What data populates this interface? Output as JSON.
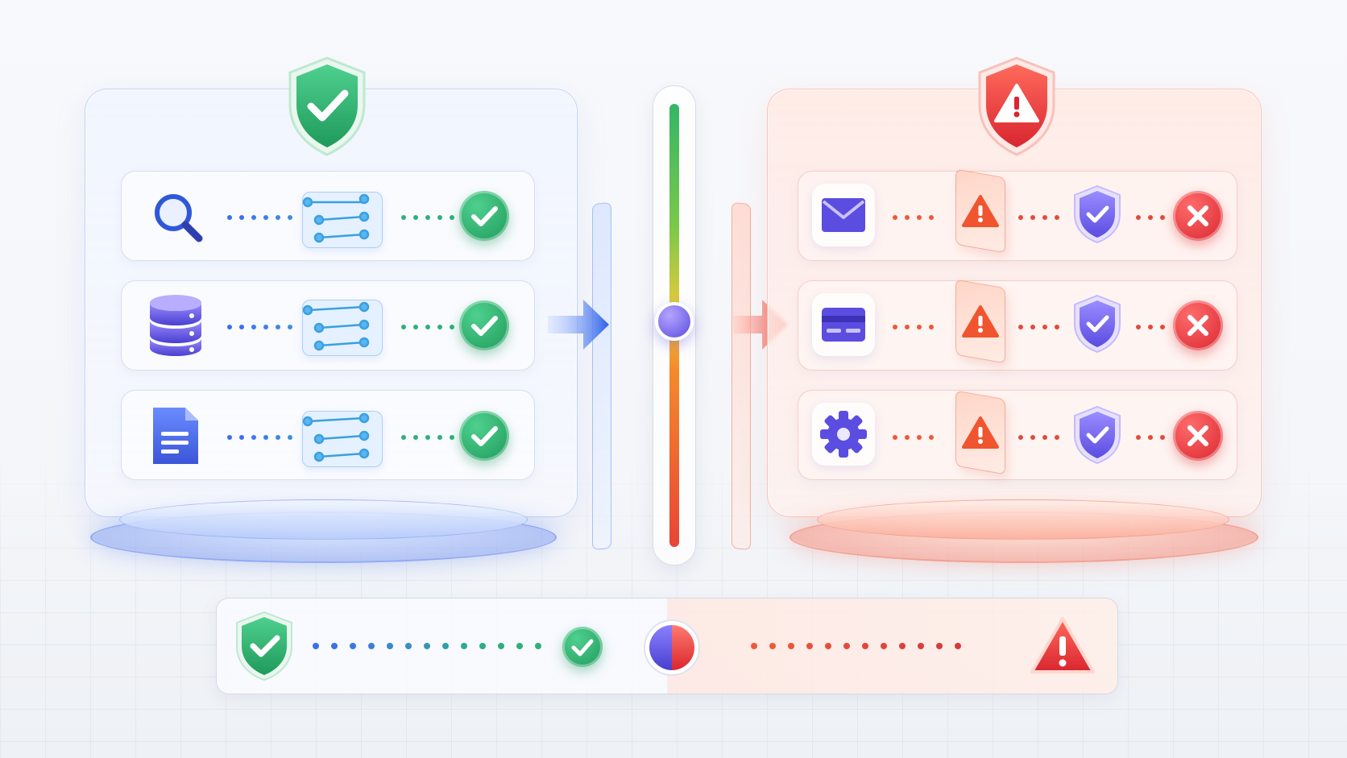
{
  "diagram": {
    "safe_panel": {
      "status": "safe",
      "shield_icon": "shield-check-icon",
      "rows": [
        {
          "source_icon": "search-icon",
          "process_icon": "flow-nodes-icon",
          "result_icon": "check-circle-icon"
        },
        {
          "source_icon": "database-icon",
          "process_icon": "flow-nodes-icon",
          "result_icon": "check-circle-icon"
        },
        {
          "source_icon": "document-icon",
          "process_icon": "flow-nodes-icon",
          "result_icon": "check-circle-icon"
        }
      ]
    },
    "risk_panel": {
      "status": "risk",
      "shield_icon": "shield-alert-icon",
      "rows": [
        {
          "source_icon": "mail-icon",
          "warning_icon": "warning-icon",
          "shield_icon": "shield-check-icon",
          "result_icon": "x-circle-icon"
        },
        {
          "source_icon": "credit-card-icon",
          "warning_icon": "warning-icon",
          "shield_icon": "shield-check-icon",
          "result_icon": "x-circle-icon"
        },
        {
          "source_icon": "gear-icon",
          "warning_icon": "warning-icon",
          "shield_icon": "shield-check-icon",
          "result_icon": "x-circle-icon"
        }
      ]
    },
    "gauge": {
      "gradient": [
        "#35b567",
        "#f2c93a",
        "#e84436"
      ],
      "level": 0.5
    },
    "bottom_bar": {
      "left_icon": "shield-check-icon",
      "mid_icon": "check-circle-icon",
      "center_icon": "split-knob-icon",
      "right_icon": "warning-triangle-icon"
    },
    "colors": {
      "safe": "#1f9a5b",
      "risk": "#d9262f",
      "accent_blue": "#3b6ff0",
      "accent_purple": "#5b4de0"
    }
  }
}
